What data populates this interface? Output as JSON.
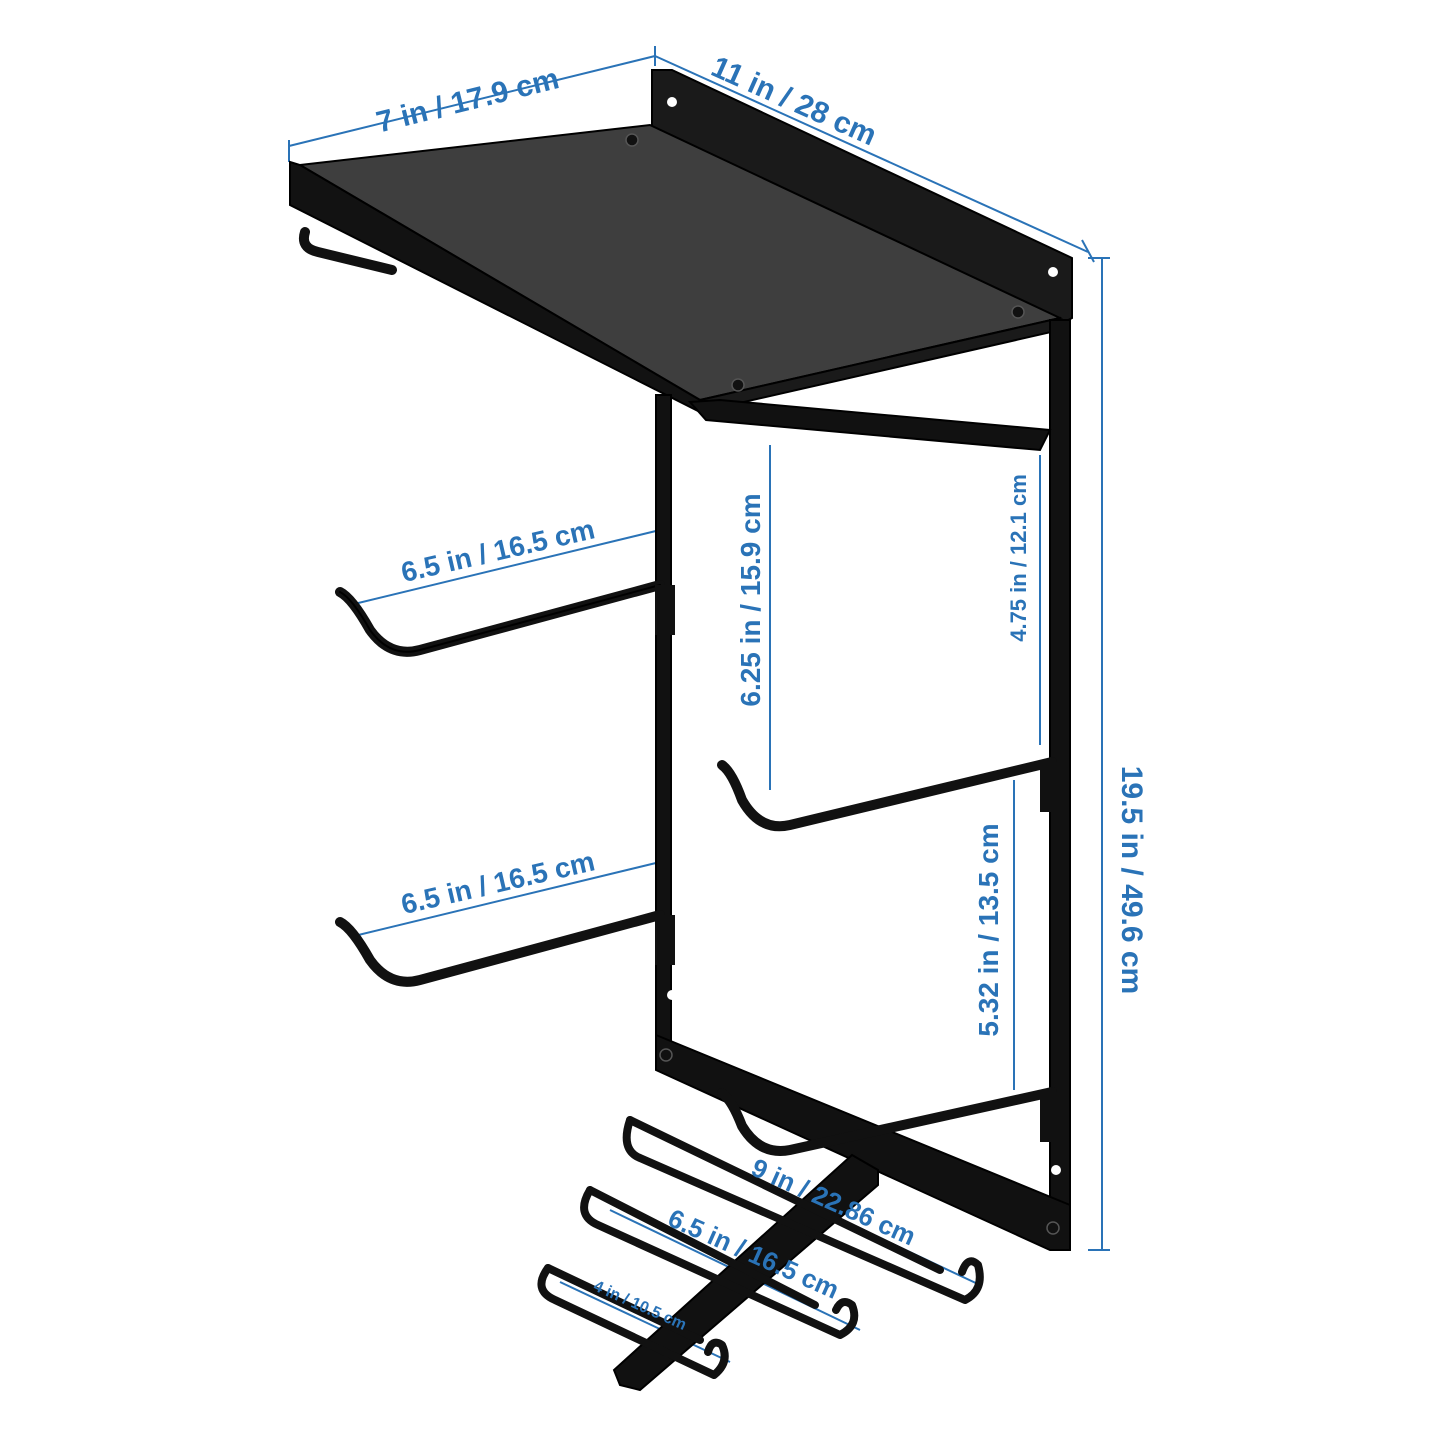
{
  "colors": {
    "metal": "#111111",
    "metal_face": "#3a3a3a",
    "metal_edge": "#000000",
    "dimension": "#2a73b7",
    "background": "#ffffff"
  },
  "dimensions": {
    "shelf_depth": "7 in / 17.9 cm",
    "shelf_width": "11 in / 28 cm",
    "total_height": "19.5 in / 49.6 cm",
    "arm_upper_left": "6.5 in / 16.5 cm",
    "arm_lower_left": "6.5 in / 16.5 cm",
    "spacing_left_right": "6.25 in / 15.9 cm",
    "spacing_right_top": "4.75 in / 12.1 cm",
    "spacing_right_bottom": "5.32 in / 13.5 cm",
    "hook_long": "9 in / 22.86 cm",
    "hook_mid": "6.5 in / 16.5 cm",
    "hook_short": "4 in / 10.5 cm"
  }
}
